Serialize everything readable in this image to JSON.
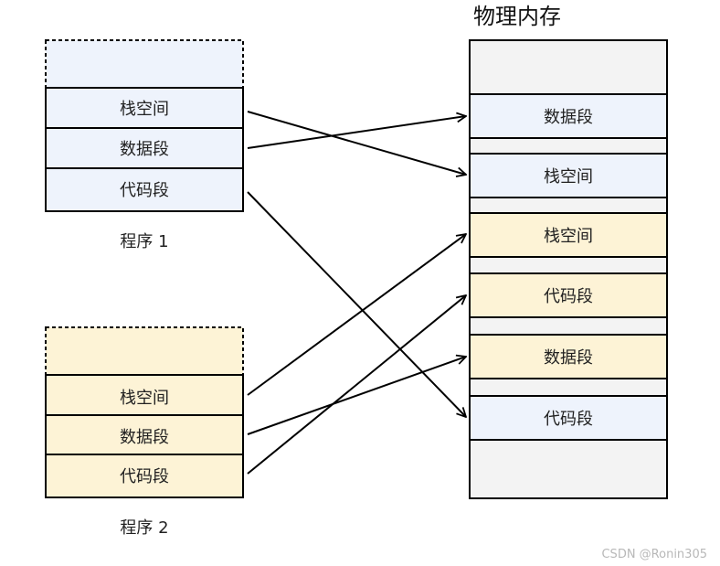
{
  "program1": {
    "segments": [
      "栈空间",
      "数据段",
      "代码段"
    ],
    "caption": "程序 1",
    "color": "#eef3fc"
  },
  "program2": {
    "segments": [
      "栈空间",
      "数据段",
      "代码段"
    ],
    "caption": "程序 2",
    "color": "#fdf3d6"
  },
  "memory": {
    "title": "物理内存",
    "background_color": "#f3f3f3",
    "blocks": [
      {
        "label": "数据段",
        "program": "1"
      },
      {
        "label": "栈空间",
        "program": "1"
      },
      {
        "label": "栈空间",
        "program": "2"
      },
      {
        "label": "代码段",
        "program": "2"
      },
      {
        "label": "数据段",
        "program": "2"
      },
      {
        "label": "代码段",
        "program": "1"
      }
    ]
  },
  "mappings": [
    {
      "from": "program1.stack",
      "to": "memory.block2"
    },
    {
      "from": "program1.data",
      "to": "memory.block1"
    },
    {
      "from": "program1.code",
      "to": "memory.block6"
    },
    {
      "from": "program2.stack",
      "to": "memory.block3"
    },
    {
      "from": "program2.data",
      "to": "memory.block5"
    },
    {
      "from": "program2.code",
      "to": "memory.block4"
    }
  ],
  "watermark": "CSDN @Ronin305"
}
